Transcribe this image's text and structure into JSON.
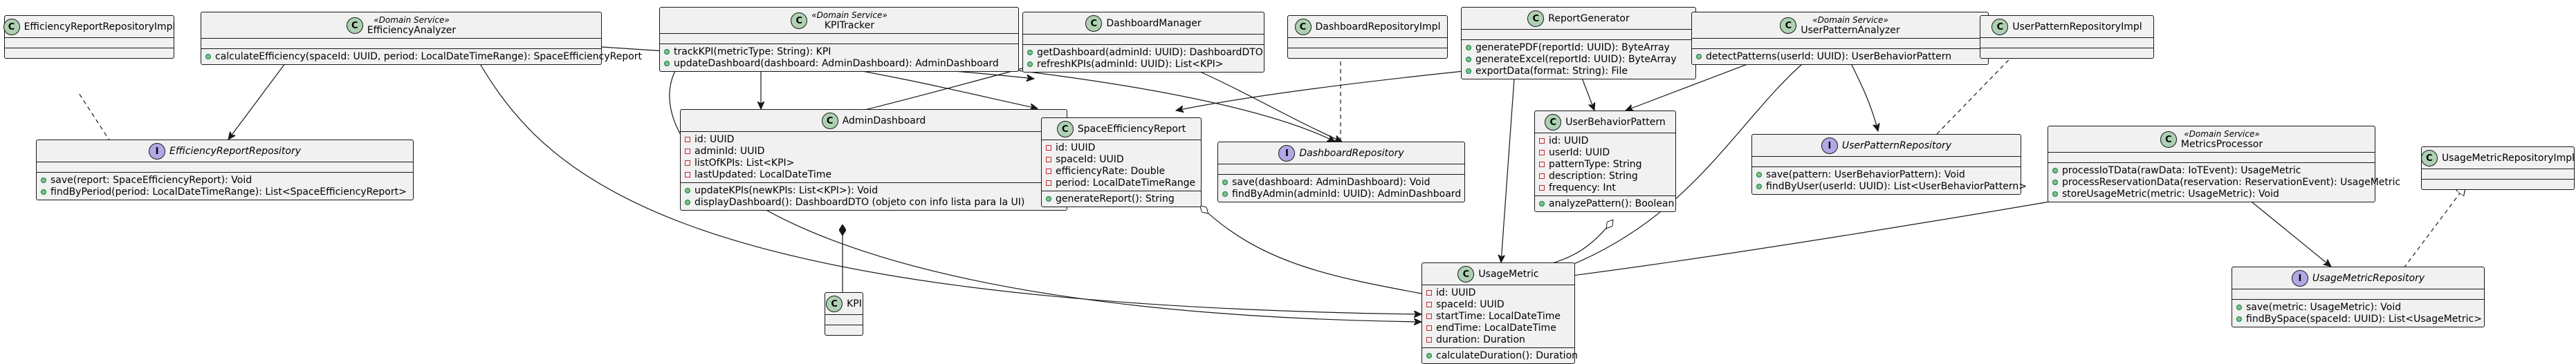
{
  "classes": {
    "efficiency_repo_impl": {
      "name": "EfficiencyReportRepositoryImpl"
    },
    "efficiency_analyzer": {
      "stereotype": "«Domain Service»",
      "name": "EfficiencyAnalyzer",
      "methods": [
        "calculateEfficiency(spaceId: UUID, period: LocalDateTimeRange): SpaceEfficiencyReport"
      ]
    },
    "kpi_tracker": {
      "stereotype": "«Domain Service»",
      "name": "KPITracker",
      "methods": [
        "trackKPI(metricType: String): KPI",
        "updateDashboard(dashboard: AdminDashboard): AdminDashboard"
      ]
    },
    "dashboard_manager": {
      "name": "DashboardManager",
      "methods": [
        "getDashboard(adminId: UUID): DashboardDTO",
        "refreshKPIs(adminId: UUID): List<KPI>"
      ]
    },
    "dashboard_repo_impl": {
      "name": "DashboardRepositoryImpl"
    },
    "report_generator": {
      "name": "ReportGenerator",
      "methods": [
        "generatePDF(reportId: UUID): ByteArray",
        "generateExcel(reportId: UUID): ByteArray",
        "exportData(format: String): File"
      ]
    },
    "user_pattern_analyzer": {
      "stereotype": "«Domain Service»",
      "name": "UserPatternAnalyzer",
      "methods": [
        "detectPatterns(userId: UUID): UserBehaviorPattern"
      ]
    },
    "user_pattern_repo_impl": {
      "name": "UserPatternRepositoryImpl"
    },
    "efficiency_repo": {
      "name": "EfficiencyReportRepository",
      "methods": [
        "save(report: SpaceEfficiencyReport): Void",
        "findByPeriod(period: LocalDateTimeRange): List<SpaceEfficiencyReport>"
      ]
    },
    "admin_dashboard": {
      "name": "AdminDashboard",
      "fields": [
        "id: UUID",
        "adminId: UUID",
        "listOfKPIs: List<KPI>",
        "lastUpdated: LocalDateTime"
      ],
      "methods": [
        "updateKPIs(newKPIs: List<KPI>): Void",
        "displayDashboard(): DashboardDTO (objeto con info lista para la UI)"
      ]
    },
    "space_efficiency_report": {
      "name": "SpaceEfficiencyReport",
      "fields": [
        "id: UUID",
        "spaceId: UUID",
        "efficiencyRate: Double",
        "period: LocalDateTimeRange"
      ],
      "methods": [
        "generateReport(): String"
      ]
    },
    "dashboard_repo": {
      "name": "DashboardRepository",
      "methods": [
        "save(dashboard: AdminDashboard): Void",
        "findByAdmin(adminId: UUID): AdminDashboard"
      ]
    },
    "user_behavior_pattern": {
      "name": "UserBehaviorPattern",
      "fields": [
        "id: UUID",
        "userId: UUID",
        "patternType: String",
        "description: String",
        "frequency: Int"
      ],
      "methods": [
        "analyzePattern(): Boolean"
      ]
    },
    "user_pattern_repo": {
      "name": "UserPatternRepository",
      "methods": [
        "save(pattern: UserBehaviorPattern): Void",
        "findByUser(userId: UUID): List<UserBehaviorPattern>"
      ]
    },
    "metrics_processor": {
      "stereotype": "«Domain Service»",
      "name": "MetricsProcessor",
      "methods": [
        "processIoTData(rawData: IoTEvent): UsageMetric",
        "processReservationData(reservation: ReservationEvent): UsageMetric",
        "storeUsageMetric(metric: UsageMetric): Void"
      ]
    },
    "usage_metric_repo_impl": {
      "name": "UsageMetricRepositoryImpl"
    },
    "kpi": {
      "name": "KPI"
    },
    "usage_metric": {
      "name": "UsageMetric",
      "fields": [
        "id: UUID",
        "spaceId: UUID",
        "startTime: LocalDateTime",
        "endTime: LocalDateTime",
        "duration: Duration"
      ],
      "methods": [
        "calculateDuration(): Duration"
      ]
    },
    "usage_metric_repo": {
      "name": "UsageMetricRepository",
      "methods": [
        "save(metric: UsageMetric): Void",
        "findBySpace(spaceId: UUID): List<UsageMetric>"
      ]
    }
  },
  "glyphs": {
    "class": "C",
    "interface": "I"
  }
}
